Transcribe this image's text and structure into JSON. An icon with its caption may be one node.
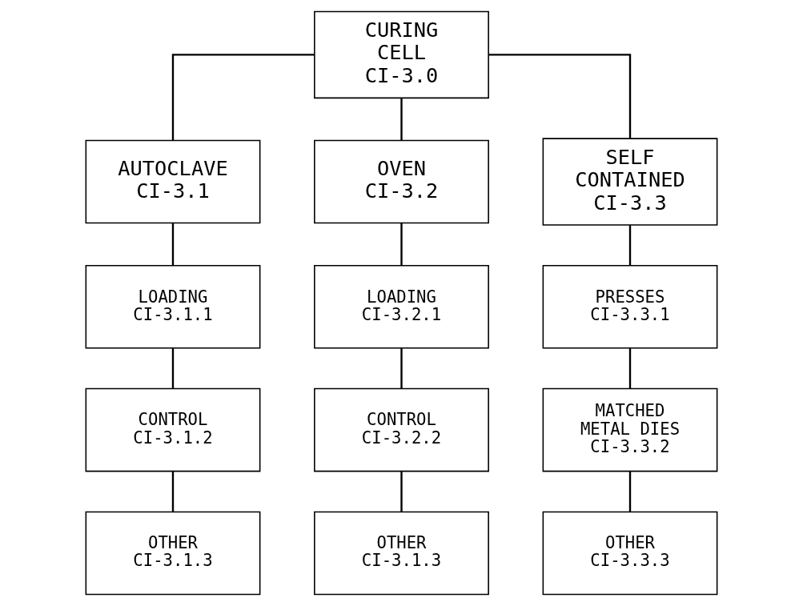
{
  "diagram": {
    "nodes": [
      {
        "text": [
          "CURING CELL",
          "CI-3.0"
        ]
      },
      {
        "text": [
          "AUTOCLAVE",
          "CI-3.1"
        ]
      },
      {
        "text": [
          "OVEN",
          "CI-3.2"
        ]
      },
      {
        "text": [
          "SELF CONTAINED",
          "CI-3.3"
        ]
      },
      {
        "text": [
          "LOADING",
          "CI-3.1.1"
        ]
      },
      {
        "text": [
          "LOADING",
          "CI-3.2.1"
        ]
      },
      {
        "text": [
          "PRESSES",
          "CI-3.3.1"
        ]
      },
      {
        "text": [
          "CONTROL",
          "CI-3.1.2"
        ]
      },
      {
        "text": [
          "CONTROL",
          "CI-3.2.2"
        ]
      },
      {
        "text": [
          "MATCHED METAL DIES",
          "CI-3.3.2"
        ]
      },
      {
        "text": [
          "OTHER",
          "CI-3.1.3"
        ]
      },
      {
        "text": [
          "OTHER",
          "CI-3.1.3"
        ]
      },
      {
        "text": [
          "OTHER",
          "CI-3.3.3"
        ]
      }
    ],
    "edges": [
      {
        "from": 0,
        "to": 1,
        "arrow": "none"
      },
      {
        "from": 0,
        "to": 2,
        "arrow": "none"
      },
      {
        "from": 0,
        "to": 3,
        "arrow": "none"
      },
      {
        "from": 1,
        "to": 4,
        "arrow": "none"
      },
      {
        "from": 4,
        "to": 7,
        "arrow": "none"
      },
      {
        "from": 7,
        "to": 10,
        "arrow": "none"
      },
      {
        "from": 2,
        "to": 5,
        "arrow": "none"
      },
      {
        "from": 5,
        "to": 8,
        "arrow": "none"
      },
      {
        "from": 8,
        "to": 11,
        "arrow": "none"
      },
      {
        "from": 3,
        "to": 6,
        "arrow": "none"
      },
      {
        "from": 6,
        "to": 9,
        "arrow": "none"
      },
      {
        "from": 9,
        "to": 12,
        "arrow": "none"
      }
    ]
  }
}
